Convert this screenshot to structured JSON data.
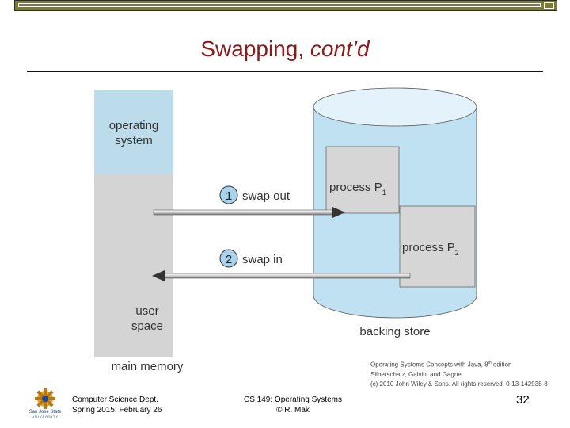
{
  "slide": {
    "title": "Swapping, ",
    "title_italic": "cont’d"
  },
  "diagram": {
    "memory_os_label_1": "operating",
    "memory_os_label_2": "system",
    "memory_user_label_1": "user",
    "memory_user_label_2": "space",
    "main_memory_label": "main memory",
    "backing_store_label": "backing store",
    "process1_label": "process P",
    "process1_sub": "1",
    "process2_label": "process P",
    "process2_sub": "2",
    "step1_number": "1",
    "step1_label": "swap out",
    "step2_number": "2",
    "step2_label": "swap in"
  },
  "credit": {
    "line1_pre": "Operating Systems Concepts with Java, 8",
    "line1_sup": "th",
    "line1_post": " edition",
    "line2": "Silberschatz, Galvin, and Gagne",
    "line3": "(c) 2010 John Wiley & Sons. All rights reserved. 0-13-142938-8"
  },
  "footer": {
    "dept_line1": "Computer Science Dept.",
    "dept_line2": "Spring 2015: February 26",
    "course_line1": "CS 149: Operating Systems",
    "course_line2": "© R. Mak",
    "page_number": "32",
    "logo_text_1": "San José State",
    "logo_text_2": "UNIVERSITY"
  },
  "colors": {
    "title": "#8b1a1a",
    "os_region": "#bcdcec",
    "user_region": "#d4d4d4",
    "cylinder": "#bfe1f2",
    "process_box": "#d6d6d6",
    "circle": "#a9d3ec",
    "topbar": "#7a7a3a"
  }
}
